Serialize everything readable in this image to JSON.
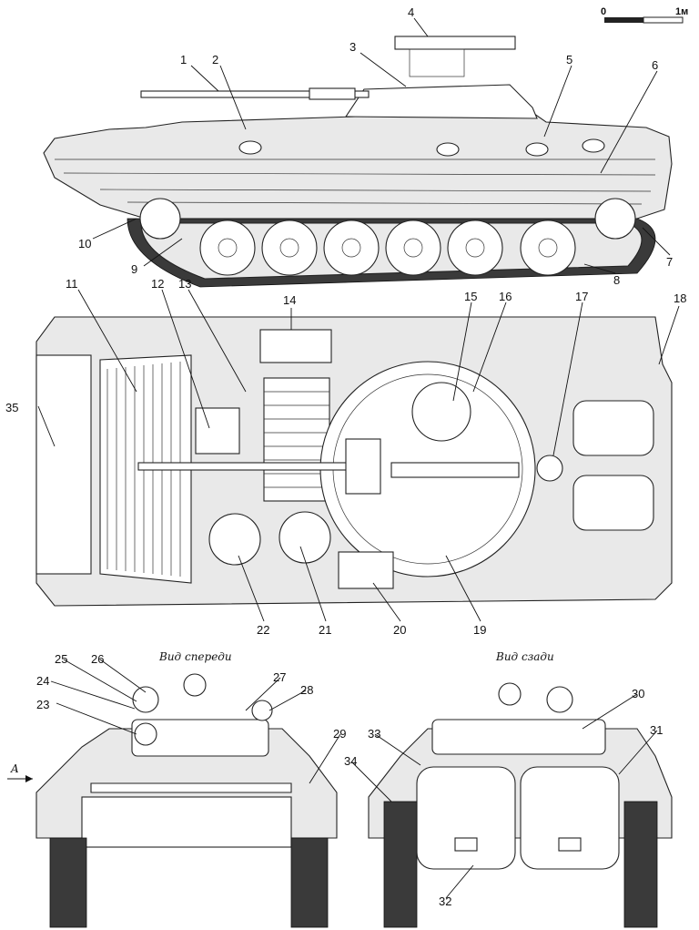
{
  "scale": {
    "start": "0",
    "end": "1м"
  },
  "captions": {
    "front": "Вид спереди",
    "rear": "Вид сзади",
    "arrow": "A"
  },
  "callouts": [
    "1",
    "2",
    "3",
    "4",
    "5",
    "6",
    "7",
    "8",
    "9",
    "10",
    "11",
    "12",
    "13",
    "14",
    "15",
    "16",
    "17",
    "18",
    "19",
    "20",
    "21",
    "22",
    "23",
    "24",
    "25",
    "26",
    "27",
    "28",
    "29",
    "30",
    "31",
    "32",
    "33",
    "34",
    "35"
  ]
}
